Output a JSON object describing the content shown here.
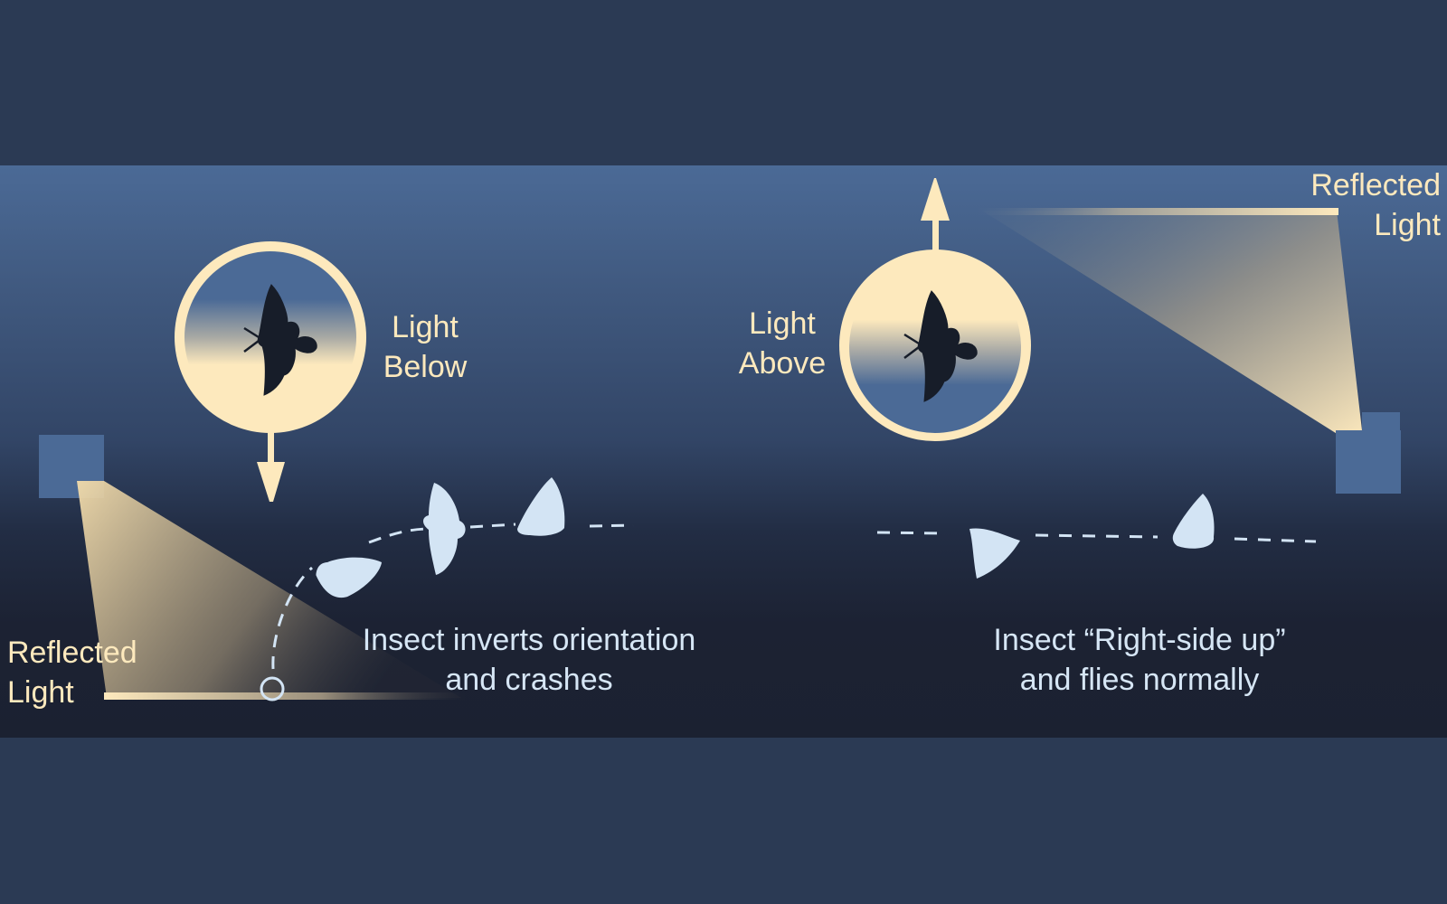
{
  "colors": {
    "background": "#2b3a54",
    "sky_top": "#4b6a96",
    "sky_bottom": "#1b2131",
    "light_cream": "#fde9bd",
    "moth_silhouette": "#171d29",
    "insect_flying": "#d3e4f4",
    "reflector_square": "#4b6a96"
  },
  "left_panel": {
    "orientation_label_line1": "Light",
    "orientation_label_line2": "Below",
    "reflected_label_line1": "Reflected",
    "reflected_label_line2": "Light",
    "caption_line1": "Insect inverts orientation",
    "caption_line2": "and crashes",
    "arrow_direction": "down"
  },
  "right_panel": {
    "orientation_label_line1": "Light",
    "orientation_label_line2": "Above",
    "reflected_label_line1": "Reflected",
    "reflected_label_line2": "Light",
    "caption_line1": "Insect “Right-side up”",
    "caption_line2": "and flies normally",
    "arrow_direction": "up"
  }
}
